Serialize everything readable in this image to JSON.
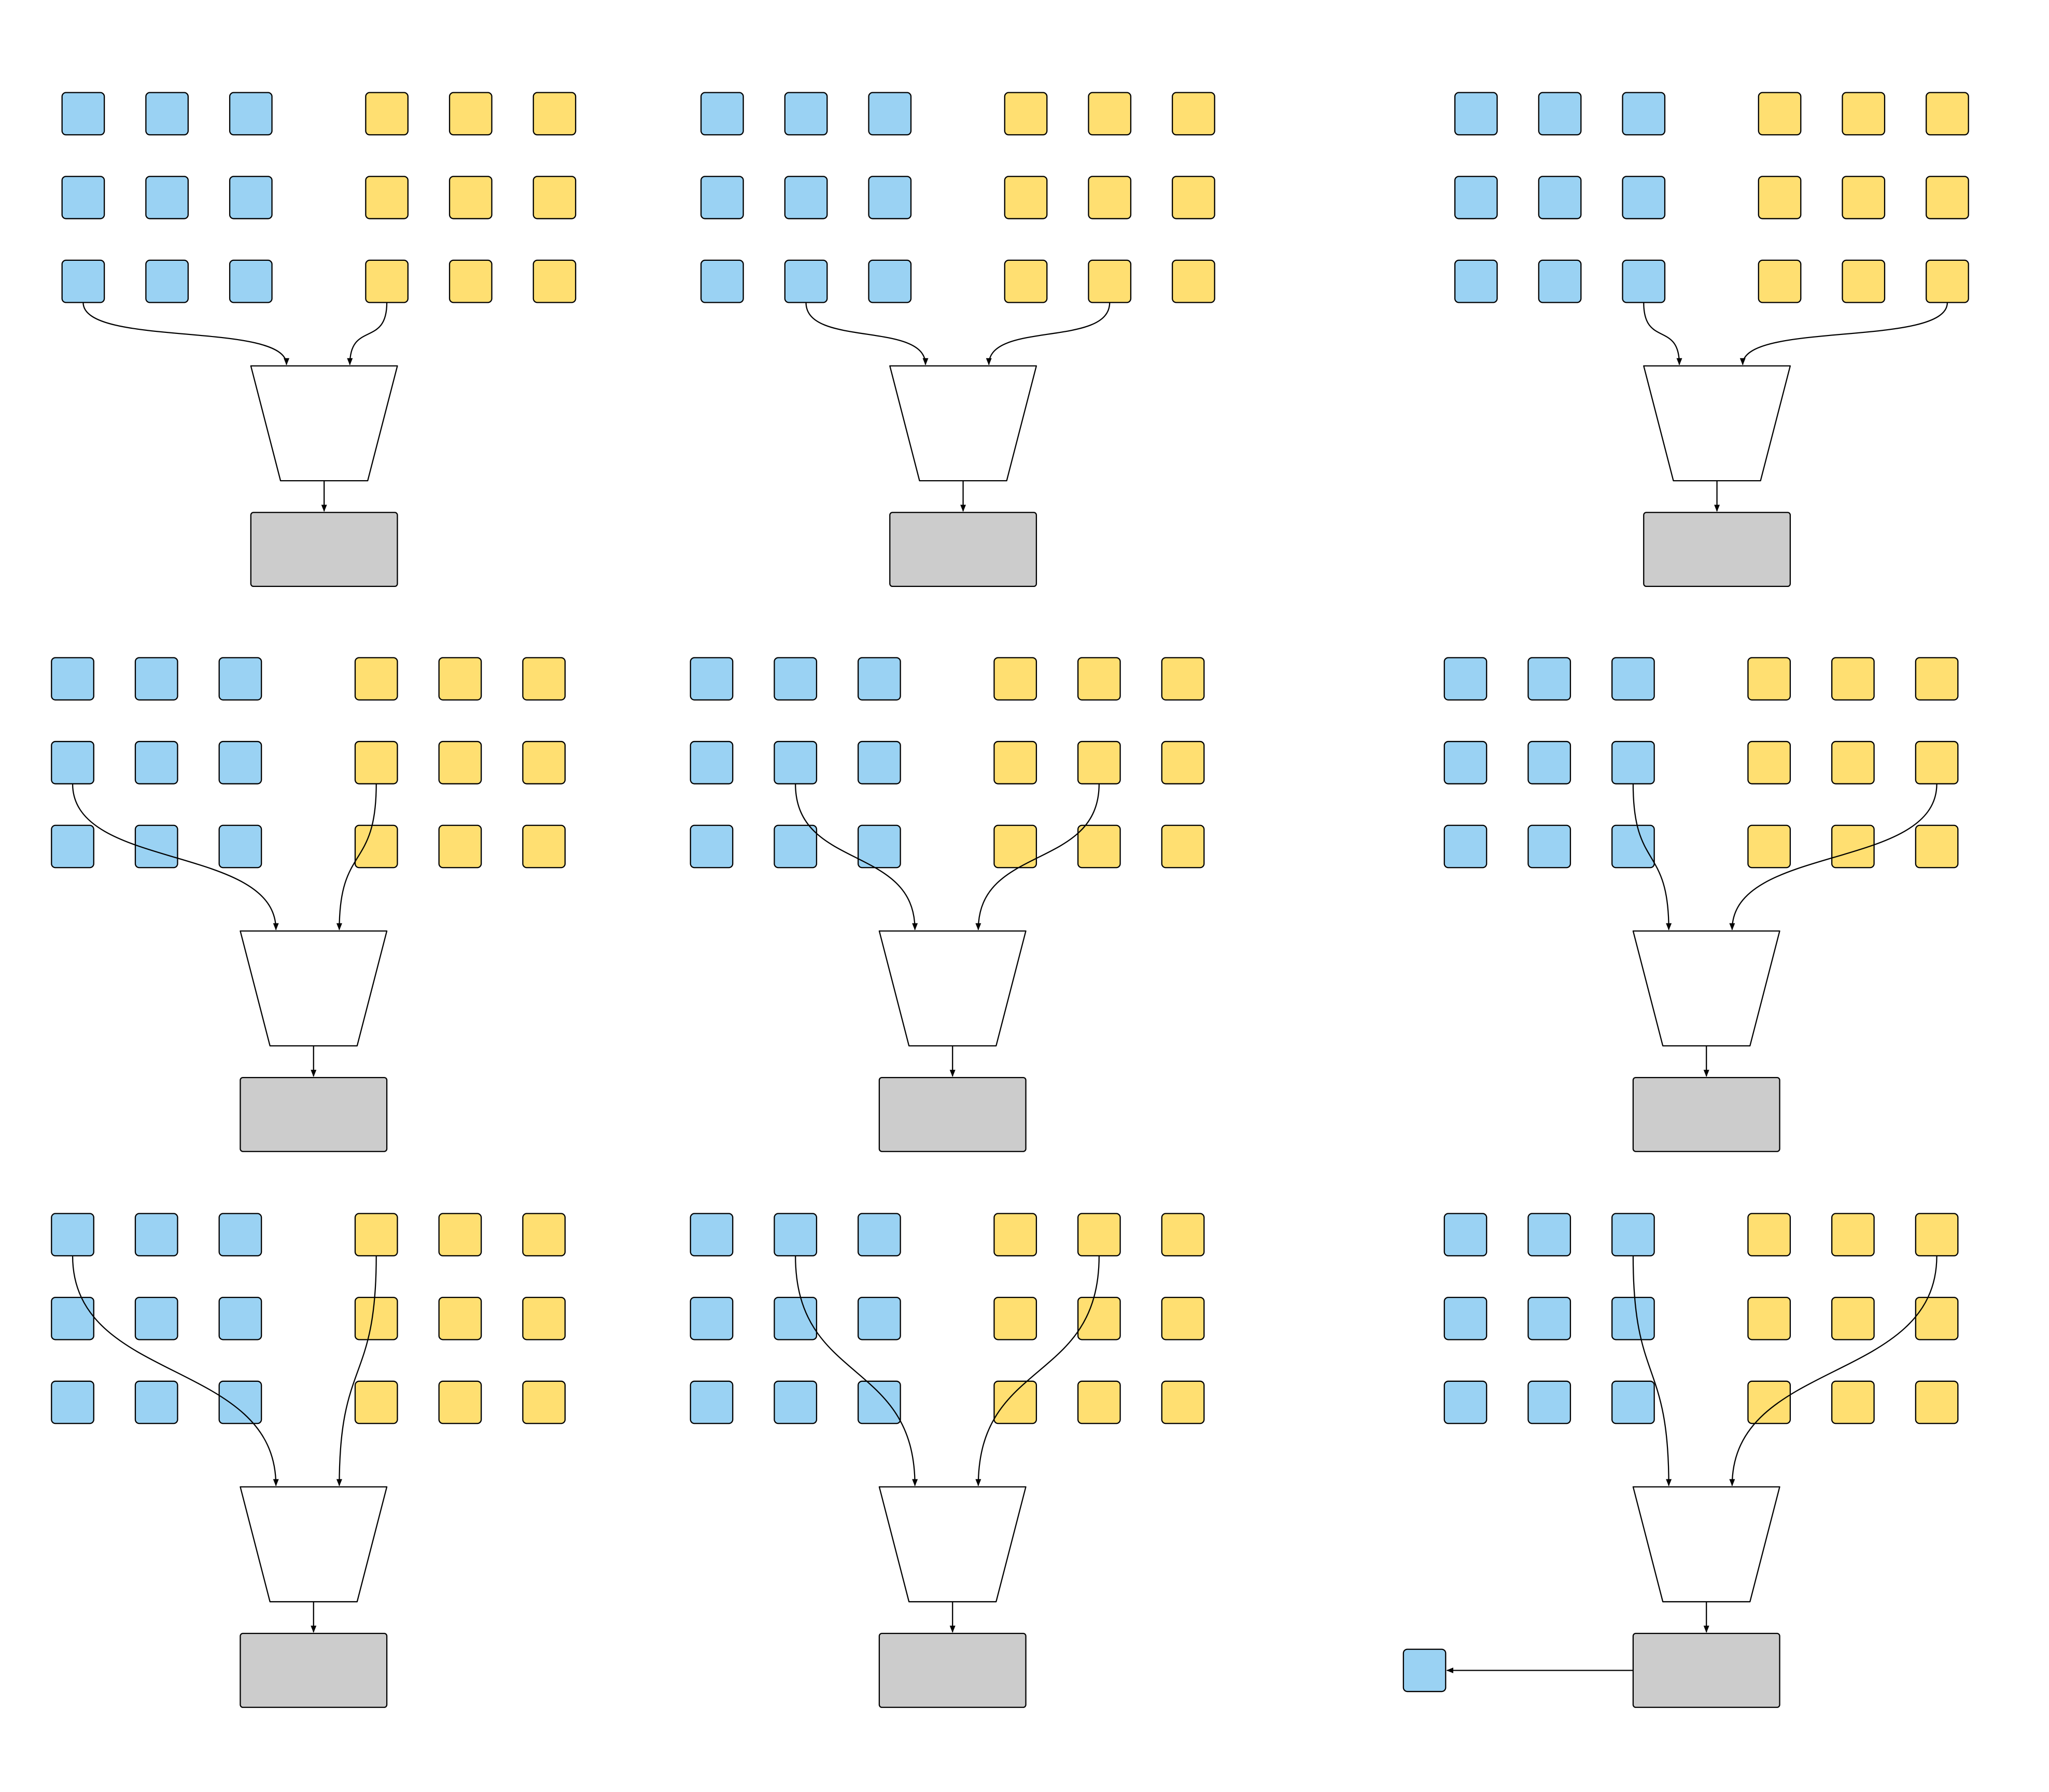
{
  "diagram": {
    "colors": {
      "blue": "#9ad2f3",
      "yellow": "#ffdf71",
      "funnel": "#ffffff",
      "output": "#cccccc",
      "stroke": "#000000"
    },
    "panels": [
      {
        "id": "r1c1",
        "blue": {
          "row": 3,
          "col": 1
        },
        "yellow": {
          "row": 3,
          "col": 1
        }
      },
      {
        "id": "r1c2",
        "blue": {
          "row": 3,
          "col": 2
        },
        "yellow": {
          "row": 3,
          "col": 2
        }
      },
      {
        "id": "r1c3",
        "blue": {
          "row": 3,
          "col": 3
        },
        "yellow": {
          "row": 3,
          "col": 3
        }
      },
      {
        "id": "r2c1",
        "blue": {
          "row": 2,
          "col": 1
        },
        "yellow": {
          "row": 2,
          "col": 1
        }
      },
      {
        "id": "r2c2",
        "blue": {
          "row": 2,
          "col": 2
        },
        "yellow": {
          "row": 2,
          "col": 2
        }
      },
      {
        "id": "r2c3",
        "blue": {
          "row": 2,
          "col": 3
        },
        "yellow": {
          "row": 2,
          "col": 3
        }
      },
      {
        "id": "r3c1",
        "blue": {
          "row": 1,
          "col": 1
        },
        "yellow": {
          "row": 1,
          "col": 1
        }
      },
      {
        "id": "r3c2",
        "blue": {
          "row": 1,
          "col": 2
        },
        "yellow": {
          "row": 1,
          "col": 2
        }
      },
      {
        "id": "r3c3",
        "blue": {
          "row": 1,
          "col": 3
        },
        "yellow": {
          "row": 1,
          "col": 3
        },
        "output_to_square": true
      }
    ]
  }
}
